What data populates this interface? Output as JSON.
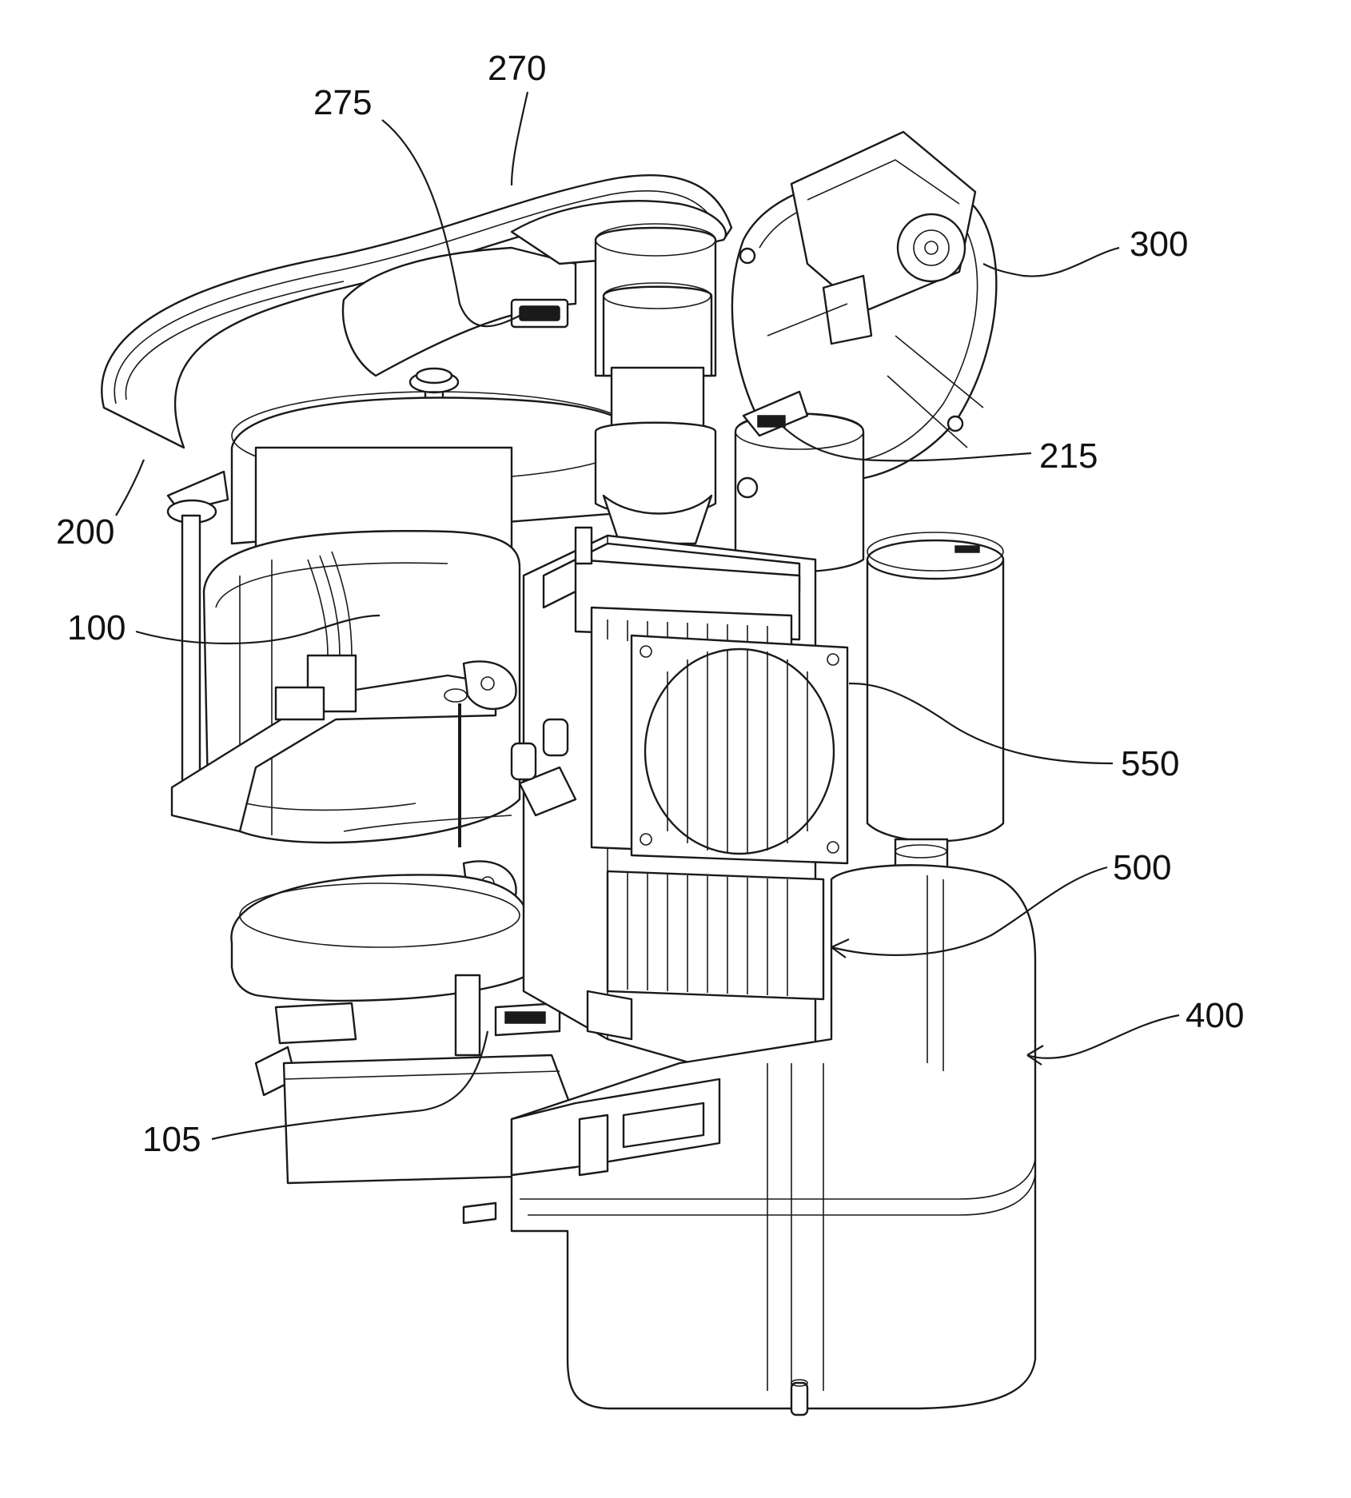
{
  "figure": {
    "labels": [
      {
        "key": "270",
        "text": "270"
      },
      {
        "key": "275",
        "text": "275"
      },
      {
        "key": "300",
        "text": "300"
      },
      {
        "key": "215",
        "text": "215"
      },
      {
        "key": "200",
        "text": "200"
      },
      {
        "key": "100",
        "text": "100"
      },
      {
        "key": "550",
        "text": "550"
      },
      {
        "key": "500",
        "text": "500"
      },
      {
        "key": "400",
        "text": "400"
      },
      {
        "key": "105",
        "text": "105"
      }
    ],
    "colors": {
      "line": "#1a1a1a",
      "background": "#ffffff"
    }
  }
}
